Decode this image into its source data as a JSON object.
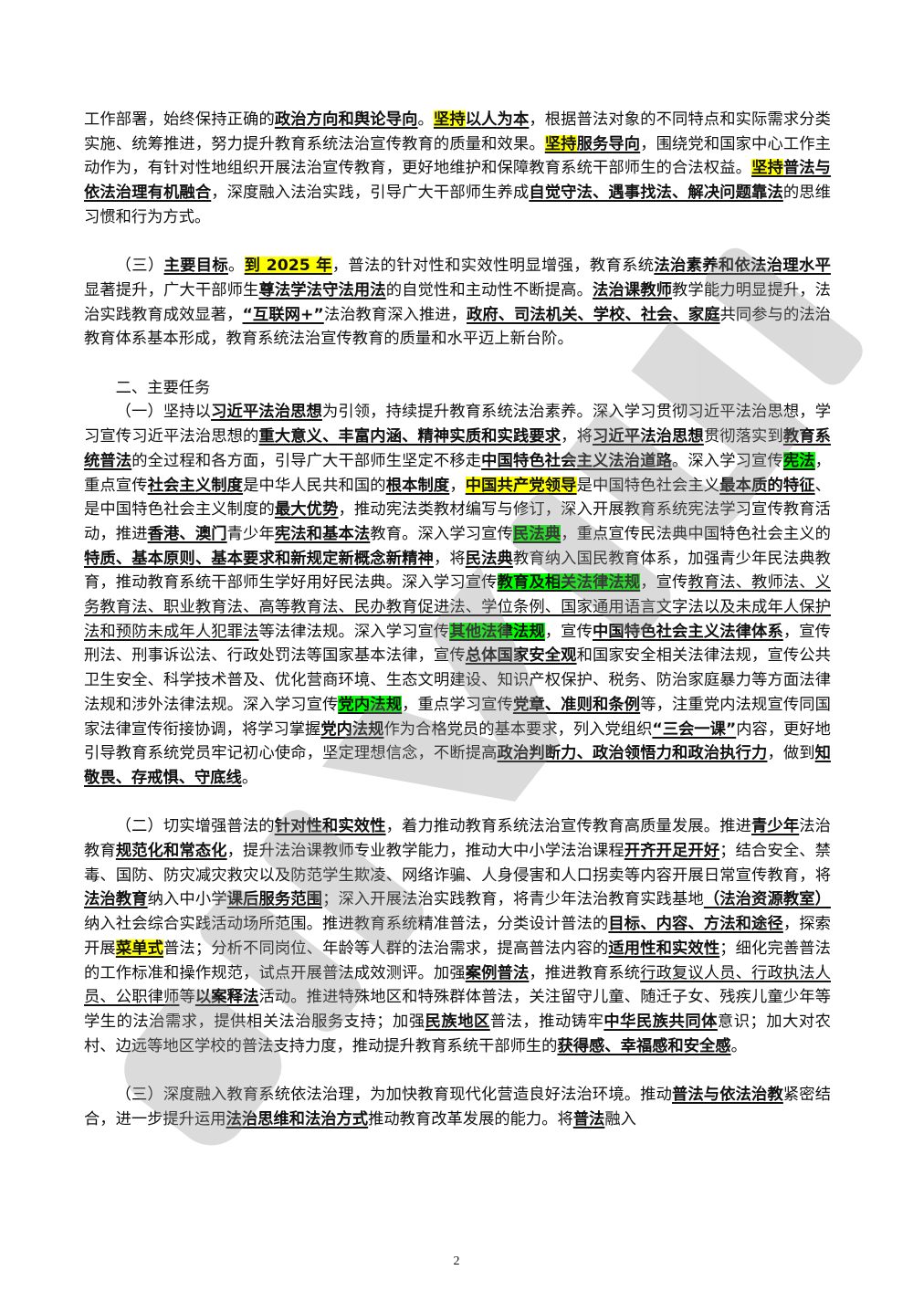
{
  "paragraphs": [
    {
      "indent": false,
      "segments": [
        {
          "t": "工作部署，始终保持正确的"
        },
        {
          "t": "政治方向和舆论导向",
          "b": true,
          "u": true
        },
        {
          "t": "。"
        },
        {
          "t": "坚持",
          "b": true,
          "u": true,
          "hl": "yellow"
        },
        {
          "t": "以人为本",
          "b": true,
          "u": true
        },
        {
          "t": "，根据普法对象的不同特点和实际需求分类实施、统筹推进，努力提升教育系统法治宣传教育的质量和效果。"
        },
        {
          "t": "坚持",
          "b": true,
          "u": true,
          "hl": "yellow"
        },
        {
          "t": "服务导向",
          "b": true,
          "u": true
        },
        {
          "t": "，围绕党和国家中心工作主动作为，有针对性地组织开展法治宣传教育，更好地维护和保障教育系统干部师生的合法权益。"
        },
        {
          "t": "坚持",
          "b": true,
          "u": true,
          "hl": "yellow"
        },
        {
          "t": "普法与依法治理有机融合",
          "b": true,
          "u": true
        },
        {
          "t": "，深度融入法治实践，引导广大干部师生养成"
        },
        {
          "t": "自觉守法、遇事找法、解决问题靠法",
          "b": true,
          "u": true
        },
        {
          "t": "的思维习惯和行为方式。"
        }
      ]
    },
    {
      "gap": true
    },
    {
      "indent": true,
      "segments": [
        {
          "t": "（三）"
        },
        {
          "t": "主要目标",
          "b": true,
          "u": true
        },
        {
          "t": "。"
        },
        {
          "t": "到 2025 年",
          "b": true,
          "u": true,
          "hl": "yellow"
        },
        {
          "t": "，普法的针对性和实效性明显增强，教育系统"
        },
        {
          "t": "法治素养和依法治理水平",
          "b": true,
          "u": true
        },
        {
          "t": "显著提升，广大干部师生"
        },
        {
          "t": "尊法学法守法用法",
          "b": true,
          "u": true
        },
        {
          "t": "的自觉性和主动性不断提高。"
        },
        {
          "t": "法治课教师",
          "b": true,
          "u": true
        },
        {
          "t": "教学能力明显提升，法治实践教育成效显著，"
        },
        {
          "t": "“互联网+”",
          "b": true,
          "u": true
        },
        {
          "t": "法治教育深入推进，"
        },
        {
          "t": "政府、司法机关、学校、社会、家庭",
          "b": true,
          "u": true
        },
        {
          "t": "共同参与的法治教育体系基本形成，教育系统法治宣传教育的质量和水平迈上新台阶。"
        }
      ]
    },
    {
      "gap": true
    },
    {
      "indent": true,
      "segments": [
        {
          "t": "二、主要任务"
        }
      ]
    },
    {
      "indent": true,
      "segments": [
        {
          "t": "（一）坚持以"
        },
        {
          "t": "习近平法治思想",
          "b": true,
          "u": true
        },
        {
          "t": "为引领，持续提升教育系统法治素养。深入学习贯彻习近平法治思想，学习宣传习近平法治思想的"
        },
        {
          "t": "重大意义、丰富内涵、精神实质和实践要求",
          "b": true,
          "u": true
        },
        {
          "t": "，将"
        },
        {
          "t": "习近平法治思想",
          "b": true,
          "u": true
        },
        {
          "t": "贯彻落实到"
        },
        {
          "t": "教育系统普法",
          "b": true,
          "u": true
        },
        {
          "t": "的全过程和各方面，引导广大干部师生坚定不移走"
        },
        {
          "t": "中国特色社会主义法治道路",
          "b": true,
          "u": true
        },
        {
          "t": "。深入学习宣传"
        },
        {
          "t": "宪法",
          "b": true,
          "u": true,
          "hl": "green"
        },
        {
          "t": "，重点宣传"
        },
        {
          "t": "社会主义制度",
          "b": true,
          "u": true
        },
        {
          "t": "是中华人民共和国的"
        },
        {
          "t": "根本制度",
          "b": true,
          "u": true
        },
        {
          "t": "，"
        },
        {
          "t": "中国共产党领导",
          "b": true,
          "u": true,
          "hl": "yellow"
        },
        {
          "t": "是中国特色社会主义"
        },
        {
          "t": "最本质的特征",
          "b": true,
          "u": true
        },
        {
          "t": "、是中国特色社会主义制度的"
        },
        {
          "t": "最大优势",
          "b": true,
          "u": true
        },
        {
          "t": "，推动宪法类教材编写与修订，深入开展教育系统宪法学习宣传教育活动，推进"
        },
        {
          "t": "香港、澳门",
          "b": true,
          "u": true
        },
        {
          "t": "青少年"
        },
        {
          "t": "宪法和基本法",
          "b": true,
          "u": true
        },
        {
          "t": "教育。深入学习宣传"
        },
        {
          "t": "民法典",
          "b": true,
          "u": true,
          "hl": "green"
        },
        {
          "t": "，重点宣传民法典中国特色社会主义的"
        },
        {
          "t": "特质、基本原则、基本要求和新规定新概念新精神",
          "b": true,
          "u": true
        },
        {
          "t": "，将"
        },
        {
          "t": "民法典",
          "b": true,
          "u": true
        },
        {
          "t": "教育纳入国民教育体系，加强青少年民法典教育，推动教育系统干部师生学好用好民法典。深入学习宣传"
        },
        {
          "t": "教育及相关法律法规",
          "b": true,
          "u": true,
          "hl": "green"
        },
        {
          "t": "，宣传"
        },
        {
          "t": "教育法、教师法、义务教育法、职业教育法、高等教育法、民办教育促进法、学位条例、国家通用语言文字法以及未成年人保护法和预防未成年人犯罪法",
          "u": true
        },
        {
          "t": "等法律法规。深入学习宣传"
        },
        {
          "t": "其他法律法规",
          "b": true,
          "u": true,
          "hl": "green"
        },
        {
          "t": "，宣传"
        },
        {
          "t": "中国特色社会主义法律体系",
          "b": true,
          "u": true
        },
        {
          "t": "，宣传刑法、刑事诉讼法、行政处罚法等国家基本法律，宣传"
        },
        {
          "t": "总体国家安全观",
          "b": true,
          "u": true
        },
        {
          "t": "和国家安全相关法律法规，宣传公共卫生安全、科学技术普及、优化营商环境、生态文明建设、知识产权保护、税务、防治家庭暴力等方面法律法规和涉外法律法规。深入学习宣传"
        },
        {
          "t": "党内法规",
          "b": true,
          "u": true,
          "hl": "green"
        },
        {
          "t": "，重点学习宣传"
        },
        {
          "t": "党章、准则和条例",
          "b": true,
          "u": true
        },
        {
          "t": "等，注重党内法规宣传同国家法律宣传衔接协调，将学习掌握"
        },
        {
          "t": "党内法规",
          "b": true,
          "u": true
        },
        {
          "t": "作为合格党员的基本要求，列入党组织"
        },
        {
          "t": "“三会一课”",
          "b": true,
          "u": true
        },
        {
          "t": "内容，更好地引导教育系统党员牢记初心使命，坚定理想信念，不断提高"
        },
        {
          "t": "政治判断力、政治领悟力和政治执行力",
          "b": true,
          "u": true
        },
        {
          "t": "，做到"
        },
        {
          "t": "知敬畏、存戒惧、守底线",
          "b": true,
          "u": true
        },
        {
          "t": "。"
        }
      ]
    },
    {
      "gap": true
    },
    {
      "indent": true,
      "segments": [
        {
          "t": "（二）切实增强普法的"
        },
        {
          "t": "针对性和实效性",
          "b": true,
          "u": true
        },
        {
          "t": "，着力推动教育系统法治宣传教育高质量发展。推进"
        },
        {
          "t": "青少年",
          "b": true,
          "u": true
        },
        {
          "t": "法治教育"
        },
        {
          "t": "规范化和常态化",
          "b": true,
          "u": true
        },
        {
          "t": "，提升法治课教师专业教学能力，推动大中小学法治课程"
        },
        {
          "t": "开齐开足开好",
          "b": true,
          "u": true
        },
        {
          "t": "；结合安全、禁毒、国防、防灾减灾救灾以及防范学生欺凌、网络诈骗、人身侵害和人口拐卖等内容开展日常宣传教育，将"
        },
        {
          "t": "法治教育",
          "b": true,
          "u": true
        },
        {
          "t": "纳入中小学"
        },
        {
          "t": "课后服务范围",
          "b": true,
          "u": true
        },
        {
          "t": "；深入开展法治实践教育，将青少年法治教育实践基地"
        },
        {
          "t": "（法治资源教室）",
          "b": true,
          "u": true
        },
        {
          "t": "纳入社会综合实践活动场所范围。推进教育系统精准普法，分类设计普法的"
        },
        {
          "t": "目标、内容、方法和途径",
          "b": true,
          "u": true
        },
        {
          "t": "，探索开展"
        },
        {
          "t": "菜单式",
          "b": true,
          "u": true,
          "hl": "yellow"
        },
        {
          "t": "普法；分析不同岗位、年龄等人群的法治需求，提高普法内容的"
        },
        {
          "t": "适用性和实效性",
          "b": true,
          "u": true
        },
        {
          "t": "；细化完善普法的工作标准和操作规范，试点开展普法成效测评。加强"
        },
        {
          "t": "案例普法",
          "b": true,
          "u": true
        },
        {
          "t": "，推进教育系统"
        },
        {
          "t": "行政复议人员、行政执法人员、公职律师",
          "u": true
        },
        {
          "t": "等"
        },
        {
          "t": "以案释法",
          "b": true,
          "u": true
        },
        {
          "t": "活动。推进特殊地区和特殊群体普法，关注留守儿童、随迁子女、残疾儿童少年等学生的法治需求，提供相关法治服务支持；加强"
        },
        {
          "t": "民族地区",
          "b": true,
          "u": true
        },
        {
          "t": "普法，推动铸牢"
        },
        {
          "t": "中华民族共同体",
          "b": true,
          "u": true
        },
        {
          "t": "意识；加大对农村、边远等地区学校的普法支持力度，推动提升教育系统干部师生的"
        },
        {
          "t": "获得感、幸福感和安全感",
          "b": true,
          "u": true
        },
        {
          "t": "。"
        }
      ]
    },
    {
      "gap": true
    },
    {
      "indent": true,
      "segments": [
        {
          "t": "（三）深度融入教育系统依法治理，为加快教育现代化营造良好法治环境。推动"
        },
        {
          "t": "普法与依法治教",
          "b": true,
          "u": true
        },
        {
          "t": "紧密结合，进一步提升运用"
        },
        {
          "t": "法治思维和法治方式",
          "b": true,
          "u": true
        },
        {
          "t": "推动教育改革发展的能力。将"
        },
        {
          "t": "普法",
          "b": true,
          "u": true
        },
        {
          "t": "融入"
        }
      ]
    }
  ],
  "page_number": "2",
  "colors": {
    "highlight_yellow": "#ffff00",
    "highlight_green": "#00ff00",
    "watermark": "#b3b3b3"
  }
}
